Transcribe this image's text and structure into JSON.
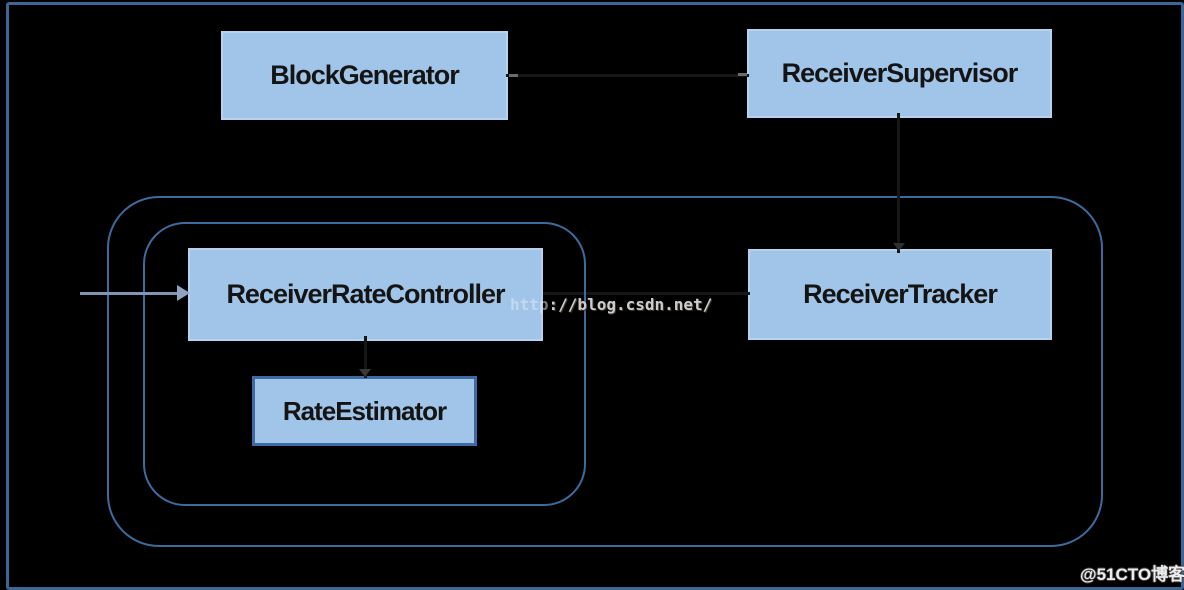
{
  "canvas": {
    "background_color": "#000000",
    "frame_color": "#3a6795",
    "group_outline_color": "#3d6b9e",
    "node_fill_color": "#a1c5e8",
    "node_border_color": "#b7d2ee",
    "rate_estimator_border_color": "#3e6ba3",
    "arrow_color": "#8095b3"
  },
  "nodes": [
    {
      "id": "block-generator",
      "label": "BlockGenerator"
    },
    {
      "id": "receiver-supervisor",
      "label": "ReceiverSupervisor"
    },
    {
      "id": "receiver-rate-controller",
      "label": "ReceiverRateController"
    },
    {
      "id": "rate-estimator",
      "label": "RateEstimator"
    },
    {
      "id": "receiver-tracker",
      "label": "ReceiverTracker"
    }
  ],
  "watermarks": {
    "center_prefix": "http",
    "center_suffix": "://blog.csdn.net/",
    "corner": "@51CTO博客"
  }
}
